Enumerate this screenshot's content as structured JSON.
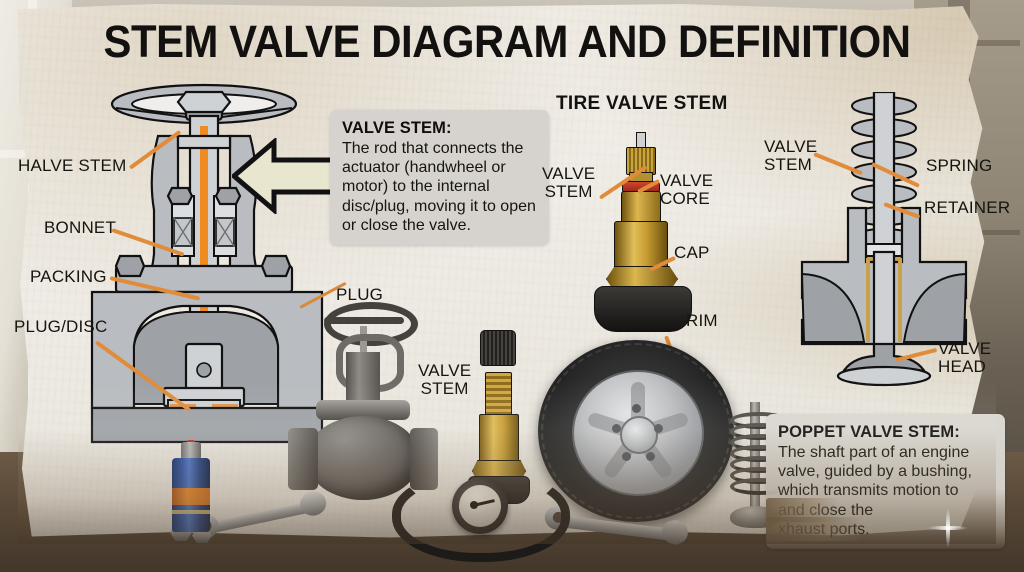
{
  "title": "STEM VALVE DIAGRAM AND DEFINITION",
  "sections": {
    "tire_valve_heading": "TIRE VALVE STEM"
  },
  "cutaway_labels": {
    "halve_stem": "HALVE STEM",
    "bonnet": "BONNET",
    "packing": "PACKING",
    "plug_disc": "PLUG/DISC"
  },
  "center_labels": {
    "plug": "PLUG",
    "valve_stem": "VALVE\nSTEM"
  },
  "tire_valve_labels": {
    "valve_stem": "VALVE\nSTEM",
    "valve_core": "VALVE\nCORE",
    "cap": "CAP",
    "rim": "RIM"
  },
  "poppet_labels": {
    "valve_stem": "VALVE\nSTEM",
    "spring": "SPRING",
    "retainer": "RETAINER",
    "valve_head": "VALVE\nHEAD"
  },
  "definitions": {
    "valve_stem": {
      "term": "VALVE STEM:",
      "body": "The rod that connects the actuator (handwheel or motor) to the internal disc/plug, moving it to open or close the valve."
    },
    "poppet_valve_stem": {
      "term": "POPPET VALVE STEM:",
      "lines": [
        "The shaft part of an engine",
        "valve, guided by a bushing,",
        "which transmits motion to",
        "and close the",
        "xhaust ports."
      ]
    }
  },
  "colors": {
    "leader_orange": "#e08c3a",
    "paper": "#f1eee8",
    "box_gray": "#d6d3ce",
    "ink": "#121110",
    "brass": "#dcb74d",
    "steel": "#b9bcc0"
  }
}
